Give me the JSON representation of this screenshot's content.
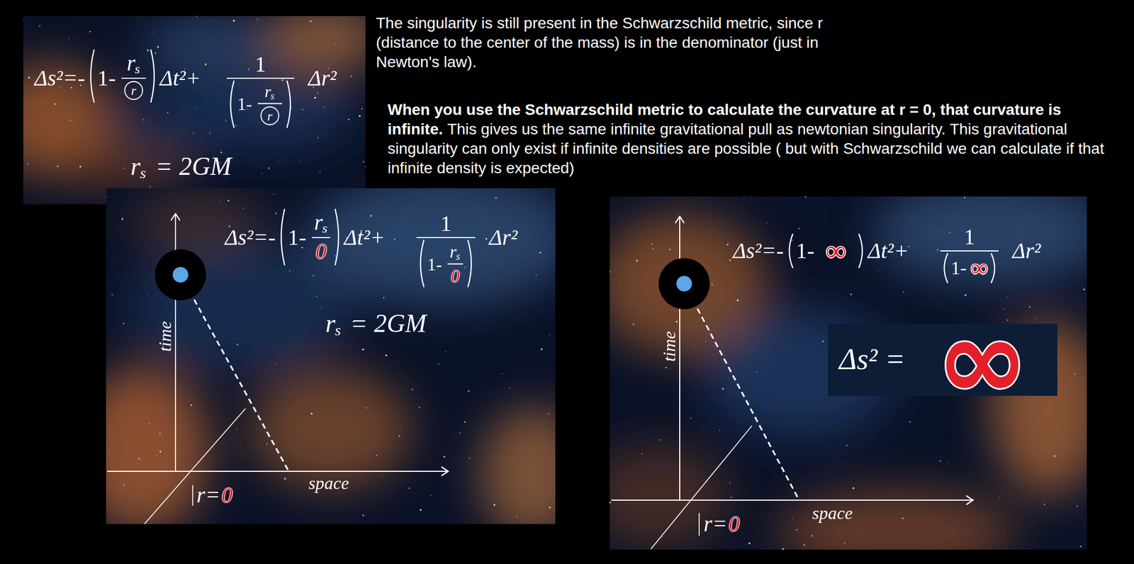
{
  "diagram": {
    "nodes": [
      {
        "text": [
          "Δs²=-",
          "1-",
          "r",
          "s",
          "r",
          "Δt²+",
          "1",
          "1-",
          "r",
          "s",
          "r",
          "Δr²",
          "r",
          "s",
          "= 2GM"
        ]
      },
      {
        "text": [
          "Δs²=-",
          "1-",
          "r",
          "s",
          "0",
          "Δt²+",
          "1",
          "1-",
          "r",
          "s",
          "0",
          "Δr²",
          "r",
          "s",
          "= 2GM",
          "time",
          "space",
          "r=",
          "0"
        ]
      },
      {
        "text": [
          "Δs²=-",
          "1-",
          "∞",
          "Δt²+",
          "1",
          "1-",
          "∞",
          "Δr²",
          "time",
          "space",
          "r=",
          "0"
        ]
      },
      {
        "text": [
          "Δs² =",
          "∞"
        ],
        "in": 2
      }
    ],
    "labels": [
      "The singularity is still present in the Schwarzschild metric, since r (distance to the center of the mass) is in the denominator (just in Newton's law).",
      "When you use the Schwarzschild metric to calculate the curvature at r = 0, that curvature is infinite.",
      "This gives us the same infinite gravitational pull as newtonian singularity. This gravitational singularity can only exist if infinite densities are possible ( but with Schwarzschild we can calculate if that infinite density is expected)"
    ]
  }
}
